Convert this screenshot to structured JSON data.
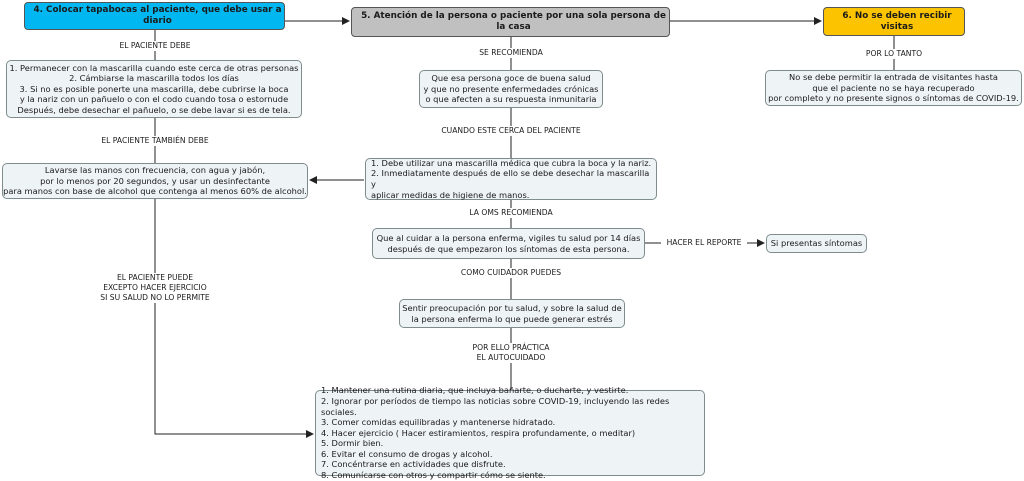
{
  "colors": {
    "box4": "#00b7f1",
    "box5": "#c0c0c0",
    "box6": "#fcc400",
    "plain": "#eef3f6",
    "line": "#222222"
  },
  "nodes": {
    "n4": "4. Colocar tapabocas al paciente, que debe usar a diario",
    "n5": "5. Atención de la persona o paciente por una sola persona de la casa",
    "n6": "6. No se deben recibir visitas",
    "permanecer": "1. Permanecer con la mascarilla cuando este cerca de otras personas\n2. Cámbiarse la mascarilla todos los días\n3. Si no es posible ponerte una mascarilla, debe cubrirse la boca\ny la nariz con un pañuelo o con el codo cuando tosa o estornude\nDespués, debe desechar el pañuelo, o  se debe lavar si es de tela.",
    "lavarse": "Lavarse las manos con frecuencia, con agua y jabón,\npor lo menos por 20 segundos, y usar un desinfectante\npara manos con base de alcohol que contenga al menos 60% de alcohol.",
    "buena_salud": "Que esa persona goce de buena salud\ny que no presente enfermedades crónicas\no que afecten a su respuesta inmunitaria",
    "mascarilla_medica": "1. Debe utilizar una mascarilla médica que cubra la boca y la nariz.\n2.  Inmediatamente después de ello se debe desechar la mascarilla y\naplicar medidas de higiene de manos.",
    "vigiles": "Que al cuidar a la persona enferma, vigiles tu salud por 14 días\ndespués de que empezaron los síntomas de esta persona.",
    "sintomas": "Si presentas síntomas",
    "preocupacion": "Sentir preocupación por tu salud, y sobre la salud de\nla persona enferma lo que puede generar estrés",
    "autocuidado": "1. Mantener una rutina diaria, que incluya bañarte, o ducharte, y vestirte.\n2. Ignorar por períodos de tiempo las noticias sobre COVID-19, incluyendo las redes sociales.\n3. Comer comidas equilibradas y mantenerse hidratado.\n4. Hacer ejercicio ( Hacer estiramientos, respira profundamente, o meditar)\n5. Dormir bien.\n6. Evitar el consumo de drogas y alcohol.\n7. Concéntrarse en actividades que disfrute.\n8. Comunícarse con otros y compartir cómo se siente.",
    "no_visitas": "No se debe permitir la entrada de visitantes hasta\nque el paciente no se haya recuperado\npor completo y no presente signos o síntomas de COVID-19."
  },
  "labels": {
    "paciente_debe": "EL PACIENTE DEBE",
    "tambien_debe": "EL PACIENTE TAMBIÉN DEBE",
    "puede": "EL PACIENTE PUEDE\nEXCEPTO HACER EJERCICIO\nSI SU SALUD NO LO PERMITE",
    "se_recomienda": "SE RECOMIENDA",
    "cuando_cerca": "CUANDO ESTE CERCA DEL PACIENTE",
    "oms": "LA OMS RECOMIENDA",
    "reporte": "HACER EL REPORTE",
    "cuidador": "COMO CUIDADOR PUEDES",
    "por_ello": "POR ELLO PRÁCTICA\nEL AUTOCUIDADO",
    "por_lo_tanto": "POR LO TANTO"
  }
}
